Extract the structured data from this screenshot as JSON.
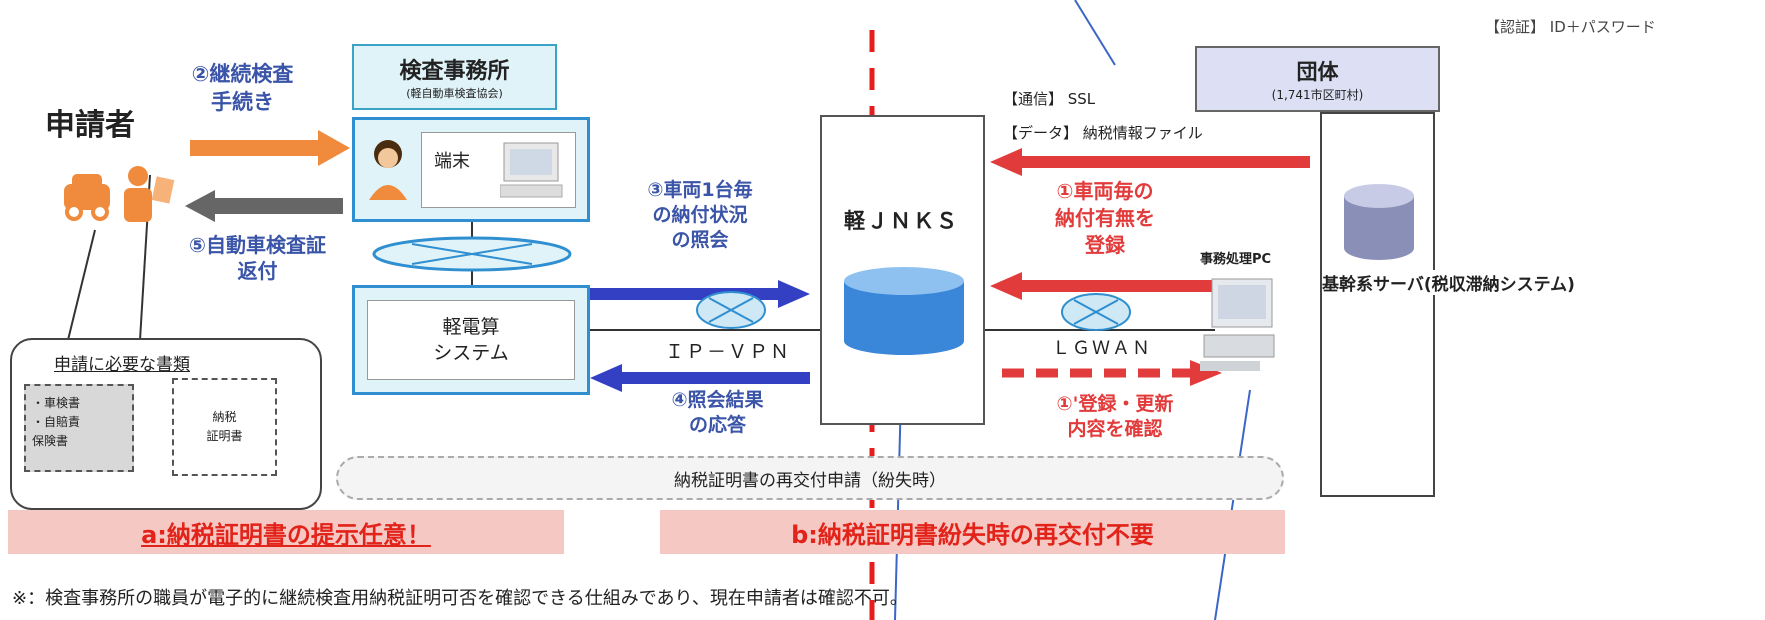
{
  "auth": "【認証】 ID＋パスワード",
  "inspection": {
    "title": "検査事務所",
    "subtitle": "(軽自動車検査協会)",
    "terminal": "端末"
  },
  "group": {
    "title": "団体",
    "subtitle": "(1,741市区町村)"
  },
  "applicant": "申請者",
  "step2": [
    "②継続検査",
    "手続き"
  ],
  "step5": [
    "⑤自動車検査証",
    "返付"
  ],
  "kei_system": [
    "軽電算",
    "システム"
  ],
  "ipvpn": "ＩＰ－ＶＰＮ",
  "lgwan": "ＬＧＷＡＮ",
  "step3": [
    "③車両1台毎",
    "の納付状況",
    "の照会"
  ],
  "step4": [
    "④照会結果",
    "の応答"
  ],
  "nks": "軽ＪＮＫＳ",
  "comm": "【通信】 SSL",
  "datafile": "【データ】 納税情報ファイル",
  "step1": [
    "①車両毎の",
    "納付有無を",
    "登録"
  ],
  "step1b": [
    "①'登録・更新",
    "内容を確認"
  ],
  "office_pc": "事務処理PC",
  "core_server": "基幹系サーバ(税収滞納システム)",
  "docs": {
    "title": "申請に必要な書類",
    "left": [
      "・車検書",
      "・自賠責",
      "  保険書"
    ],
    "right": [
      "納税",
      "証明書"
    ]
  },
  "reissue": "納税証明書の再交付申請（紛失時）",
  "banner_a": "a:納税証明書の提示任意！",
  "banner_b": "b:納税証明書紛失時の再交付不要",
  "note": "※：検査事務所の職員が電子的に継続検査用納税証明可否を確認できる仕組みであり、現在申請者は確認不可。",
  "colors": {
    "blue": "#3a54a8",
    "red": "#e23b3b",
    "orange": "#f08a3c",
    "cyan": "#dff3f8"
  }
}
